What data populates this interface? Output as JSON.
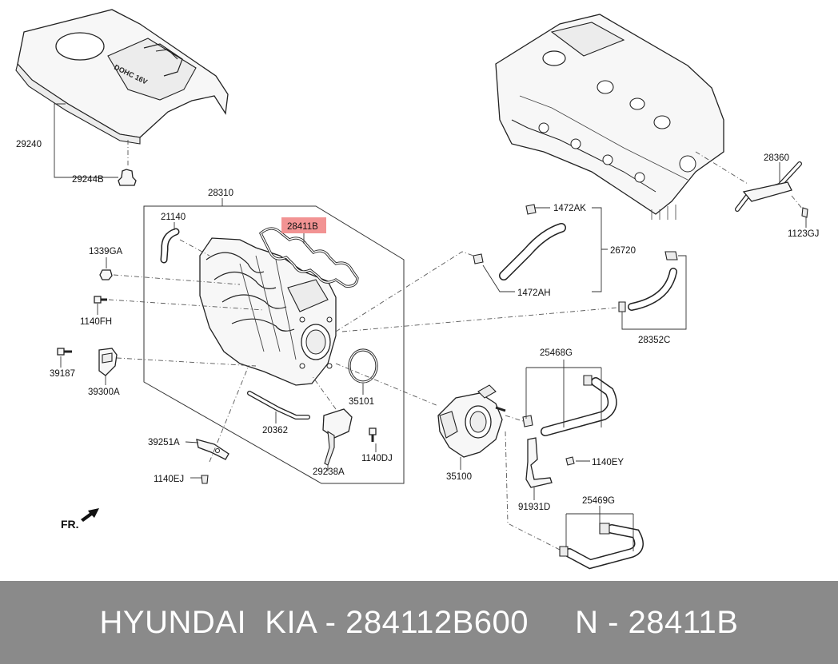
{
  "diagram": {
    "labels": {
      "p29240": "29240",
      "p29244B": "29244B",
      "p28310": "28310",
      "p21140": "21140",
      "p28411B": "28411B",
      "p1339GA": "1339GA",
      "p1140FH": "1140FH",
      "p39187": "39187",
      "p39300A": "39300A",
      "p39251A": "39251A",
      "p1140EJ": "1140EJ",
      "p20362": "20362",
      "p29238A": "29238A",
      "p1140DJ": "1140DJ",
      "p35101": "35101",
      "p35100": "35100",
      "p1472AK": "1472AK",
      "p26720": "26720",
      "p1472AH": "1472AH",
      "p28352C": "28352C",
      "p25468G": "25468G",
      "p1140EY": "1140EY",
      "p91931D": "91931D",
      "p25469G": "25469G",
      "p28360": "28360",
      "p1123GJ": "1123GJ",
      "cover_logo": "DOHC 16V",
      "front": "FR."
    },
    "highlight_color": "#f08080"
  },
  "footer": {
    "text": "HYUNDAI  KIA - 284112B600     N - 28411B"
  }
}
